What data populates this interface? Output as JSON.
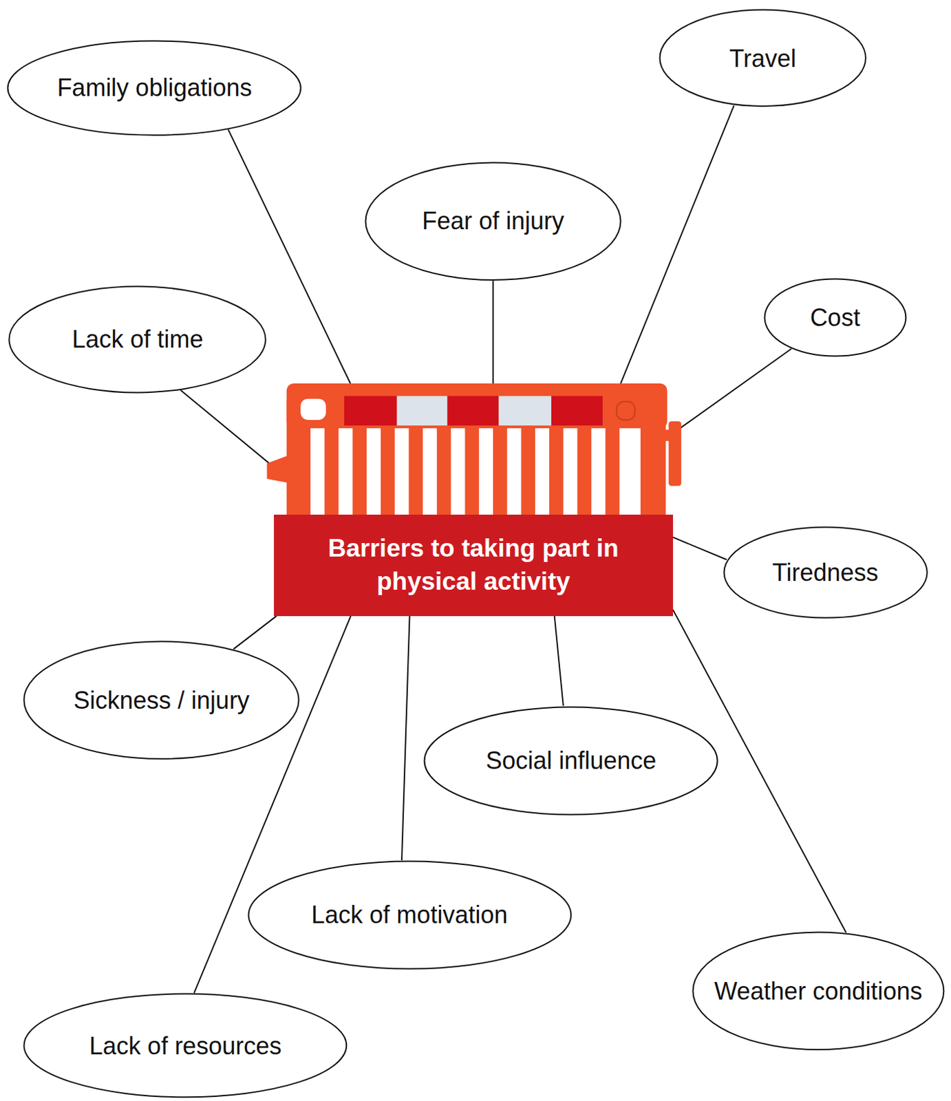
{
  "diagram": {
    "nodes": [
      {
        "text": [
          "Family obligations"
        ]
      },
      {
        "text": [
          "Travel"
        ]
      },
      {
        "text": [
          "Fear of injury"
        ]
      },
      {
        "text": [
          "Lack of time"
        ]
      },
      {
        "text": [
          "Cost"
        ]
      },
      {
        "text": [
          "Barriers to taking part in physical activity"
        ]
      },
      {
        "text": [
          "Tiredness"
        ]
      },
      {
        "text": [
          "Sickness / injury"
        ]
      },
      {
        "text": [
          "Social influence"
        ]
      },
      {
        "text": [
          "Lack of motivation"
        ]
      },
      {
        "text": [
          "Weather conditions"
        ]
      },
      {
        "text": [
          "Lack of resources"
        ]
      }
    ],
    "edges": [
      {
        "from": 0,
        "to": 5,
        "arrow": "none"
      },
      {
        "from": 1,
        "to": 5,
        "arrow": "none"
      },
      {
        "from": 2,
        "to": 5,
        "arrow": "none"
      },
      {
        "from": 3,
        "to": 5,
        "arrow": "none"
      },
      {
        "from": 4,
        "to": 5,
        "arrow": "none"
      },
      {
        "from": 6,
        "to": 5,
        "arrow": "none"
      },
      {
        "from": 7,
        "to": 5,
        "arrow": "none"
      },
      {
        "from": 8,
        "to": 5,
        "arrow": "none"
      },
      {
        "from": 9,
        "to": 5,
        "arrow": "none"
      },
      {
        "from": 10,
        "to": 5,
        "arrow": "none"
      },
      {
        "from": 11,
        "to": 5,
        "arrow": "none"
      }
    ]
  }
}
